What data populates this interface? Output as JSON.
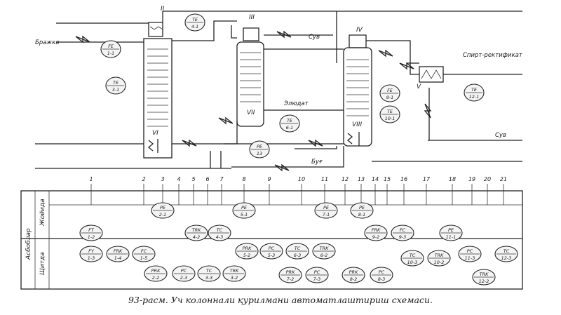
{
  "caption": "93-расм. Уч колоннали қурилмани автоматлаштириш схемаси.",
  "stream_labels": {
    "feed": "Бражка",
    "water_top": "Сув",
    "water_bottom": "Сув",
    "eluate": "Элюдат",
    "steam": "Буғ",
    "rectified": "Спирт-ректификат"
  },
  "column_labels": {
    "c1": "VI",
    "c2": "VII",
    "c3": "VIII",
    "h1": "II",
    "h2": "III",
    "h3": "IV",
    "h4": "V"
  },
  "panel_side_labels": {
    "local": "Жойида",
    "shield": "Щитда",
    "instruments": "Асбоблар"
  },
  "channel_numbers": [
    "1",
    "2",
    "3",
    "4",
    "5",
    "6",
    "7",
    "8",
    "9",
    "10",
    "11",
    "12",
    "13",
    "14",
    "15",
    "16",
    "17",
    "18",
    "19",
    "20",
    "21"
  ],
  "field_instruments": [
    {
      "id": "f1",
      "l1": "FE",
      "l2": "1-1"
    },
    {
      "id": "f2",
      "l1": "TE",
      "l2": "4-1"
    },
    {
      "id": "f3",
      "l1": "TE",
      "l2": "3-1"
    },
    {
      "id": "f4",
      "l1": "PE",
      "l2": "13"
    },
    {
      "id": "f5",
      "l1": "TE",
      "l2": "6-1"
    },
    {
      "id": "f6",
      "l1": "FE",
      "l2": "9-1"
    },
    {
      "id": "f7",
      "l1": "TE",
      "l2": "10-1"
    },
    {
      "id": "f8",
      "l1": "TE",
      "l2": "12-1"
    }
  ],
  "local_instruments": [
    {
      "id": "l1",
      "l1": "PE",
      "l2": "2-1"
    },
    {
      "id": "l2",
      "l1": "PE",
      "l2": "5-1"
    },
    {
      "id": "l3",
      "l1": "PE",
      "l2": "7-1"
    },
    {
      "id": "l4",
      "l1": "PE",
      "l2": "8-1"
    },
    {
      "id": "l5",
      "l1": "FT",
      "l2": "1-2"
    },
    {
      "id": "l6",
      "l1": "TRK",
      "l2": "4-2"
    },
    {
      "id": "l7",
      "l1": "TC",
      "l2": "4-3"
    },
    {
      "id": "l8",
      "l1": "FRK",
      "l2": "9-2"
    },
    {
      "id": "l9",
      "l1": "FC",
      "l2": "9-3"
    },
    {
      "id": "l10",
      "l1": "PE",
      "l2": "11-1"
    }
  ],
  "panel_instruments": [
    {
      "id": "p1",
      "l1": "FY",
      "l2": "1-3"
    },
    {
      "id": "p2",
      "l1": "FRK",
      "l2": "1-4"
    },
    {
      "id": "p3",
      "l1": "FC",
      "l2": "1-5"
    },
    {
      "id": "p4",
      "l1": "PRK",
      "l2": "5-2"
    },
    {
      "id": "p5",
      "l1": "PC",
      "l2": "5-3"
    },
    {
      "id": "p6",
      "l1": "TC",
      "l2": "6-3"
    },
    {
      "id": "p7",
      "l1": "TRK",
      "l2": "6-2"
    },
    {
      "id": "p8",
      "l1": "PRK",
      "l2": "2-2"
    },
    {
      "id": "p9",
      "l1": "PC",
      "l2": "2-3"
    },
    {
      "id": "p10",
      "l1": "TC",
      "l2": "3-3"
    },
    {
      "id": "p11",
      "l1": "TRK",
      "l2": "3-2"
    },
    {
      "id": "p12",
      "l1": "PRK",
      "l2": "7-2"
    },
    {
      "id": "p13",
      "l1": "PC",
      "l2": "7-3"
    },
    {
      "id": "p14",
      "l1": "PRK",
      "l2": "8-2"
    },
    {
      "id": "p15",
      "l1": "PC",
      "l2": "8-3"
    },
    {
      "id": "p16",
      "l1": "TC",
      "l2": "10-3"
    },
    {
      "id": "p17",
      "l1": "TRK",
      "l2": "10-2"
    },
    {
      "id": "p18",
      "l1": "PC",
      "l2": "11-3"
    },
    {
      "id": "p19",
      "l1": "TRK",
      "l2": "12-2"
    },
    {
      "id": "p20",
      "l1": "TC",
      "l2": "12-3"
    }
  ]
}
